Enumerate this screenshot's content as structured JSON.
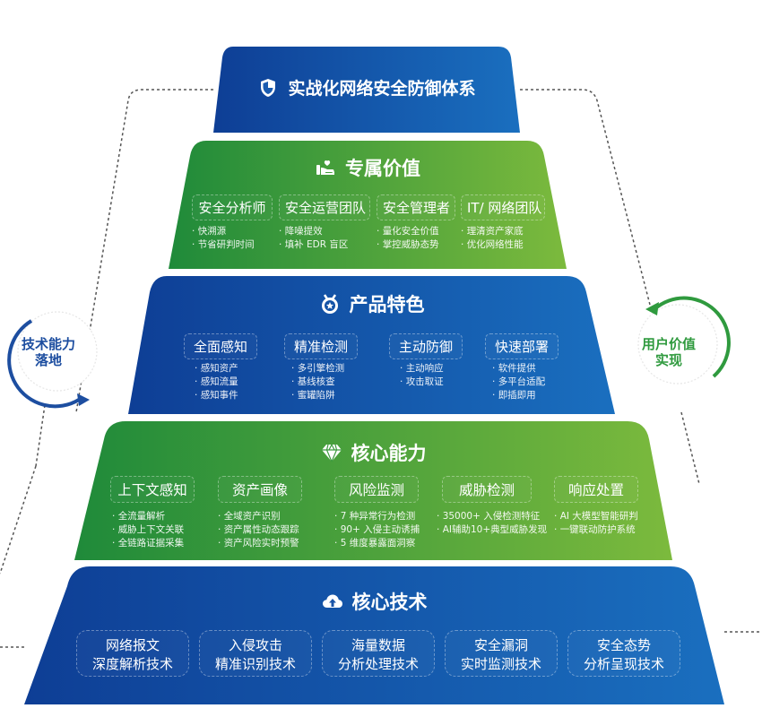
{
  "colors": {
    "blue_dark": "#0e3e95",
    "blue_light": "#1a6fbf",
    "green_dark": "#1f8a3a",
    "green_light": "#7bb83c",
    "arrow_blue": "#1d4ea0",
    "arrow_green": "#2f9a3e",
    "dash": "#555555"
  },
  "pyramid": {
    "top": {
      "icon": "shield-icon",
      "title": "实战化网络安全防御体系"
    },
    "value": {
      "icon": "hand-heart-icon",
      "title": "专属价值",
      "columns": [
        {
          "tag": "安全分析师",
          "bullets": [
            "快溯源",
            "节省研判时间"
          ]
        },
        {
          "tag": "安全运营团队",
          "bullets": [
            "降噪提效",
            "填补 EDR 盲区"
          ]
        },
        {
          "tag": "安全管理者",
          "bullets": [
            "量化安全价值",
            "掌控威胁态势"
          ]
        },
        {
          "tag": "IT/ 网络团队",
          "bullets": [
            "理清资产家底",
            "优化网络性能"
          ]
        }
      ]
    },
    "features": {
      "icon": "medal-icon",
      "title": "产品特色",
      "columns": [
        {
          "tag": "全面感知",
          "bullets": [
            "感知资产",
            "感知流量",
            "感知事件"
          ]
        },
        {
          "tag": "精准检测",
          "bullets": [
            "多引擎检测",
            "基线核查",
            "蜜罐陷阱"
          ]
        },
        {
          "tag": "主动防御",
          "bullets": [
            "主动响应",
            "攻击取证"
          ]
        },
        {
          "tag": "快速部署",
          "bullets": [
            "软件提供",
            "多平台适配",
            "即插即用"
          ]
        }
      ]
    },
    "capabilities": {
      "icon": "diamond-icon",
      "title": "核心能力",
      "columns": [
        {
          "tag": "上下文感知",
          "bullets": [
            "全流量解析",
            "威胁上下文关联",
            "全链路证据采集"
          ]
        },
        {
          "tag": "资产画像",
          "bullets": [
            "全域资产识别",
            "资产属性动态跟踪",
            "资产风险实时预警"
          ]
        },
        {
          "tag": "风险监测",
          "bullets": [
            "7 种异常行为检测",
            "90+ 入侵主动诱捕",
            "5 维度暴露面洞察"
          ]
        },
        {
          "tag": "威胁检测",
          "bullets": [
            "35000+ 入侵检测特征",
            "AI辅助10+典型威胁发现"
          ]
        },
        {
          "tag": "响应处置",
          "bullets": [
            "AI 大模型智能研判",
            "一键联动防护系统"
          ]
        }
      ]
    },
    "technology": {
      "icon": "cloud-upload-icon",
      "title": "核心技术",
      "items": [
        {
          "line1": "网络报文",
          "line2": "深度解析技术"
        },
        {
          "line1": "入侵攻击",
          "line2": "精准识别技术"
        },
        {
          "line1": "海量数据",
          "line2": "分析处理技术"
        },
        {
          "line1": "安全漏洞",
          "line2": "实时监测技术"
        },
        {
          "line1": "安全态势",
          "line2": "分析呈现技术"
        }
      ]
    }
  },
  "side": {
    "left": {
      "line1": "技术能力",
      "line2": "落地"
    },
    "right": {
      "line1": "用户价值",
      "line2": "实现"
    }
  }
}
